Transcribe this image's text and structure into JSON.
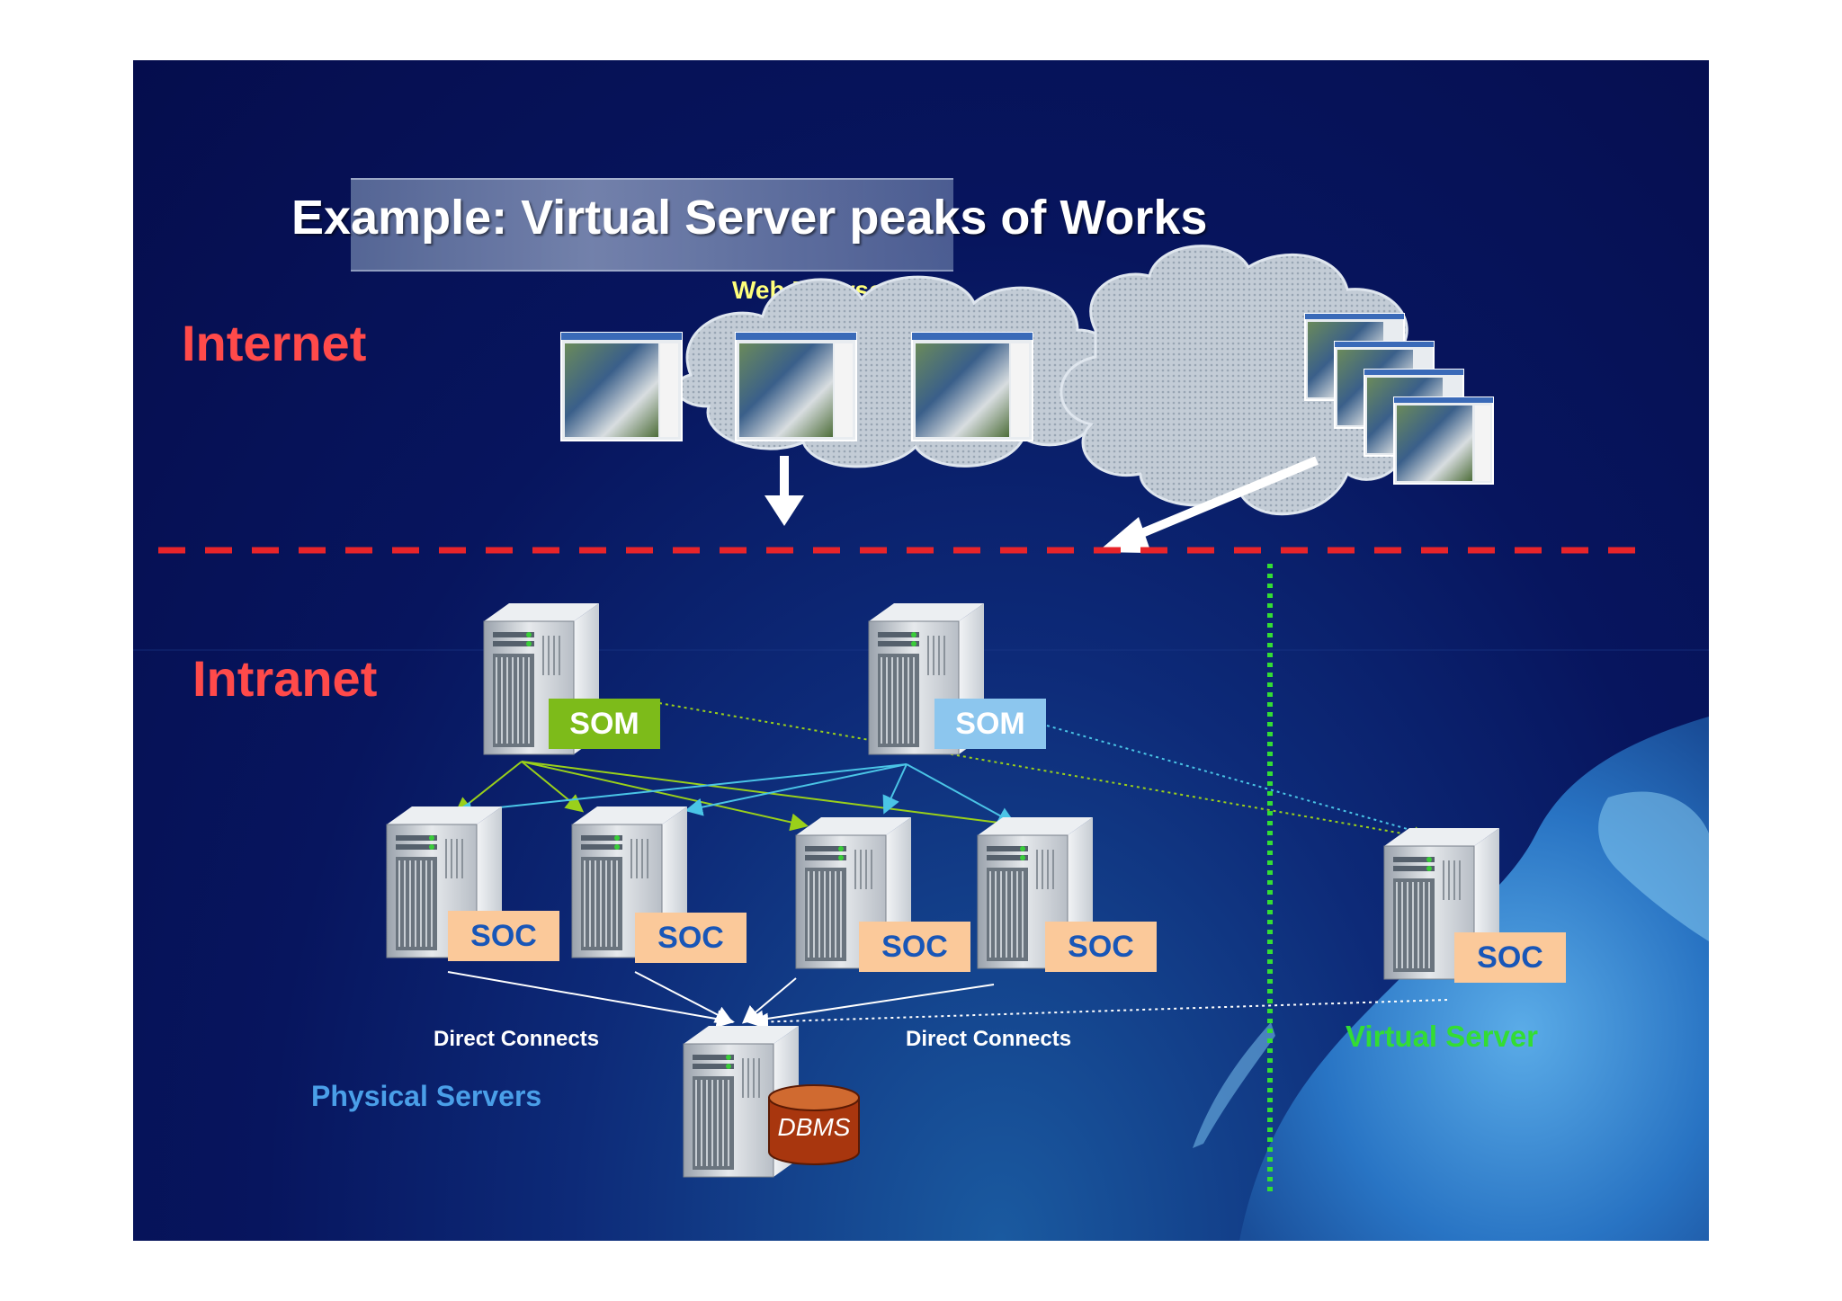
{
  "title": "Example: Virtual Server peaks of Works",
  "zones": {
    "internet": "Internet",
    "intranet": "Intranet"
  },
  "clouds": {
    "web_browser": "Web Browser"
  },
  "som": [
    {
      "label": "SOM",
      "color": "#7dbb1a"
    },
    {
      "label": "SOM",
      "color": "#8cc6ee"
    }
  ],
  "soc": [
    "SOC",
    "SOC",
    "SOC",
    "SOC",
    "SOC"
  ],
  "dbms": "DBMS",
  "labels": {
    "direct_connects_left": "Direct Connects",
    "direct_connects_right": "Direct Connects",
    "physical_servers": "Physical Servers",
    "virtual_server": "Virtual Server"
  },
  "colors": {
    "zone_label": "#ff4a4a",
    "divider": "#e8242a",
    "virtual_divider": "#33dd33",
    "physical_label": "#4a9fe8"
  }
}
